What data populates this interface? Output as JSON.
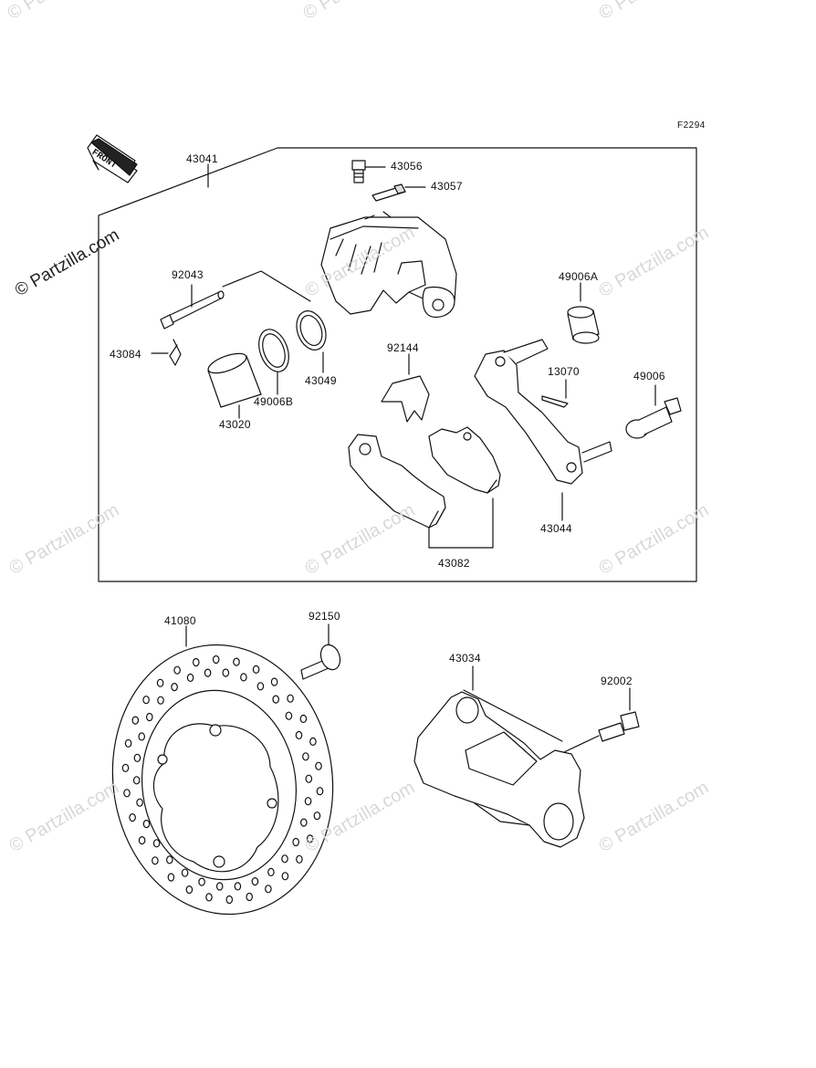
{
  "diagram": {
    "ref_code": "F2294",
    "front_label": "FRONT",
    "watermark_text": "© Partzilla.com",
    "part_labels": {
      "p43041": "43041",
      "p43056": "43056",
      "p43057": "43057",
      "p92043": "92043",
      "p49006A": "49006A",
      "p43084": "43084",
      "p92144": "92144",
      "p13070": "13070",
      "p49006": "49006",
      "p43049": "43049",
      "p49006B": "49006B",
      "p43020": "43020",
      "p43044": "43044",
      "p43082": "43082",
      "p41080": "41080",
      "p92150": "92150",
      "p43034": "43034",
      "p92002": "92002"
    }
  }
}
